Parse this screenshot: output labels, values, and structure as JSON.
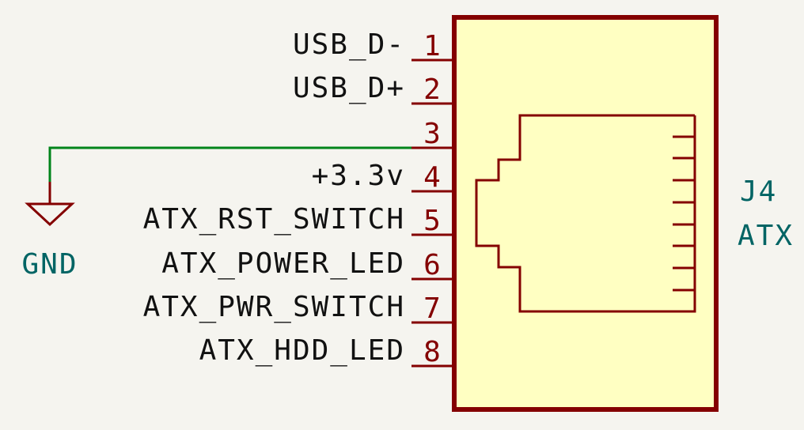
{
  "colors": {
    "background": "#f5f4ef",
    "body_fill": "#ffffc2",
    "outline": "#840000",
    "pin_text": "#840000",
    "label_text": "#111111",
    "wire": "#00841a",
    "ref_text": "#006464"
  },
  "component": {
    "reference": "J4",
    "value": "ATX",
    "pins": [
      {
        "number": "1",
        "name": "USB_D-"
      },
      {
        "number": "2",
        "name": "USB_D+"
      },
      {
        "number": "3",
        "name": ""
      },
      {
        "number": "4",
        "name": "+3.3v"
      },
      {
        "number": "5",
        "name": "ATX_RST_SWITCH"
      },
      {
        "number": "6",
        "name": "ATX_POWER_LED"
      },
      {
        "number": "7",
        "name": "ATX_PWR_SWITCH"
      },
      {
        "number": "8",
        "name": "ATX_HDD_LED"
      }
    ]
  },
  "ground_symbol": {
    "label": "GND"
  }
}
